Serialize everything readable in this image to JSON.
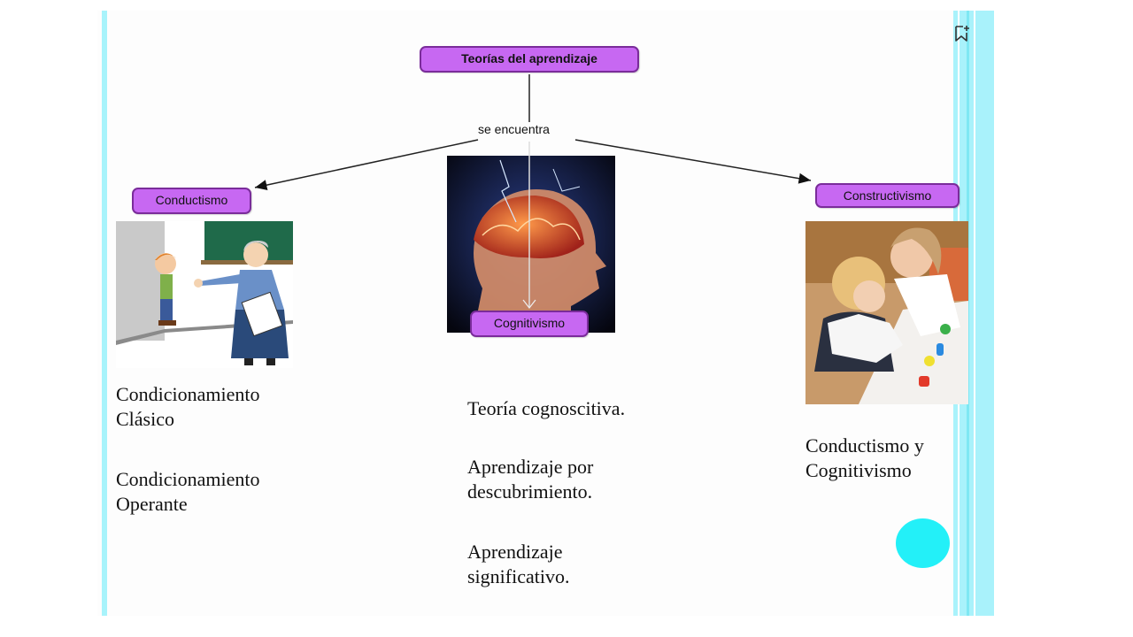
{
  "diagram": {
    "root": "Teorías del aprendizaje",
    "link_label": "se encuentra",
    "branches": [
      {
        "label": "Conductismo",
        "items": [
          "Condicionamiento Clásico",
          "Condicionamiento Operante"
        ]
      },
      {
        "label": "Cognitivismo",
        "items": [
          "Teoría cognoscitiva.",
          "Aprendizaje por descubrimiento.",
          "Aprendizaje significativo."
        ]
      },
      {
        "label": "Constructivismo",
        "items": [
          "Conductismo y Cognitivismo"
        ]
      }
    ]
  },
  "icons": {
    "bookmark": "bookmark-add-icon"
  },
  "colors": {
    "node_fill": "#c768f2",
    "node_border": "#7a2c9a",
    "accent_cyan": "#23f0f8"
  }
}
